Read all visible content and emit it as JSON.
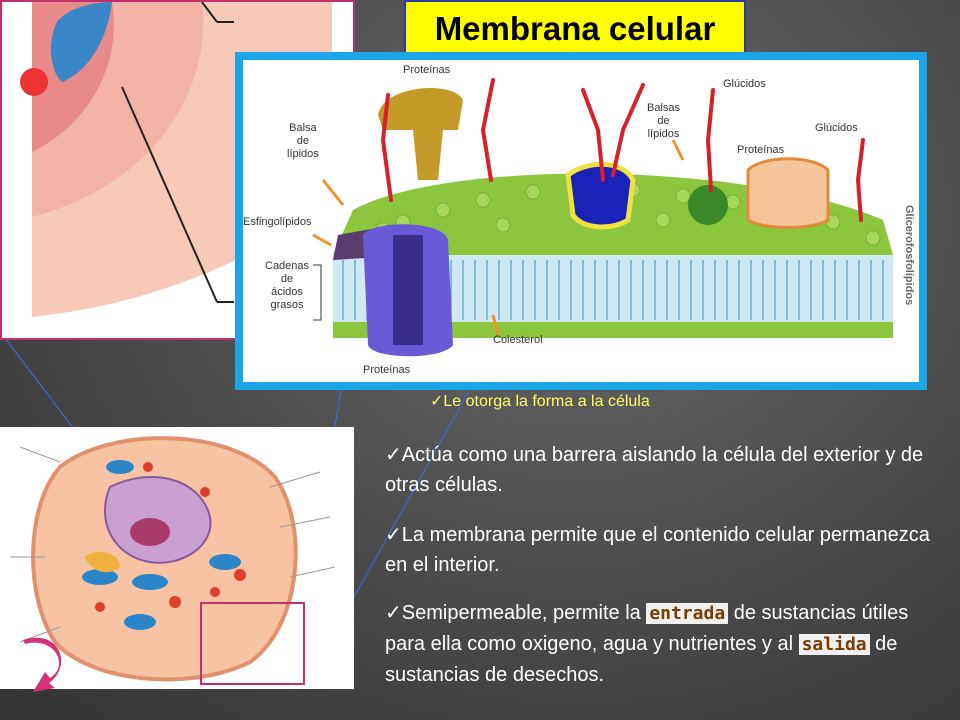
{
  "title": "Membrana celular",
  "diagram": {
    "labels": {
      "proteinas_top": "Proteínas",
      "glucidos_1": "Glúcidos",
      "balsas": "Balsas\nde\nlípidos",
      "glucidos_2": "Glúcidos",
      "proteinas_right": "Proteínas",
      "balsa_left": "Balsa\nde\nlípidos",
      "esfingolipidos": "Esfingolípidos",
      "cadenas": "Cadenas\nde\nácidos\ngrasos",
      "colesterol": "Colesterol",
      "proteinas_bottom": "Proteínas",
      "glicerofosfolipidos": "Glicerofosfolípidos"
    }
  },
  "bullets": {
    "b0": "Le otorga la forma a la célula",
    "b1": "Actúa como una barrera aislando la célula del exterior y de otras células.",
    "b2": "La membrana permite que el contenido celular permanezca  en el interior.",
    "b3_pre": "Semipermeable, permite la ",
    "b3_kw1": "entrada",
    "b3_mid": " de sustancias útiles para ella como oxigeno, agua y nutrientes y al ",
    "b3_kw2": "salida",
    "b3_post": " de sustancias de desechos."
  },
  "colors": {
    "frame_blue": "#1aa6e8",
    "title_bg": "#ffff00",
    "zoom_border": "#c0306a"
  }
}
